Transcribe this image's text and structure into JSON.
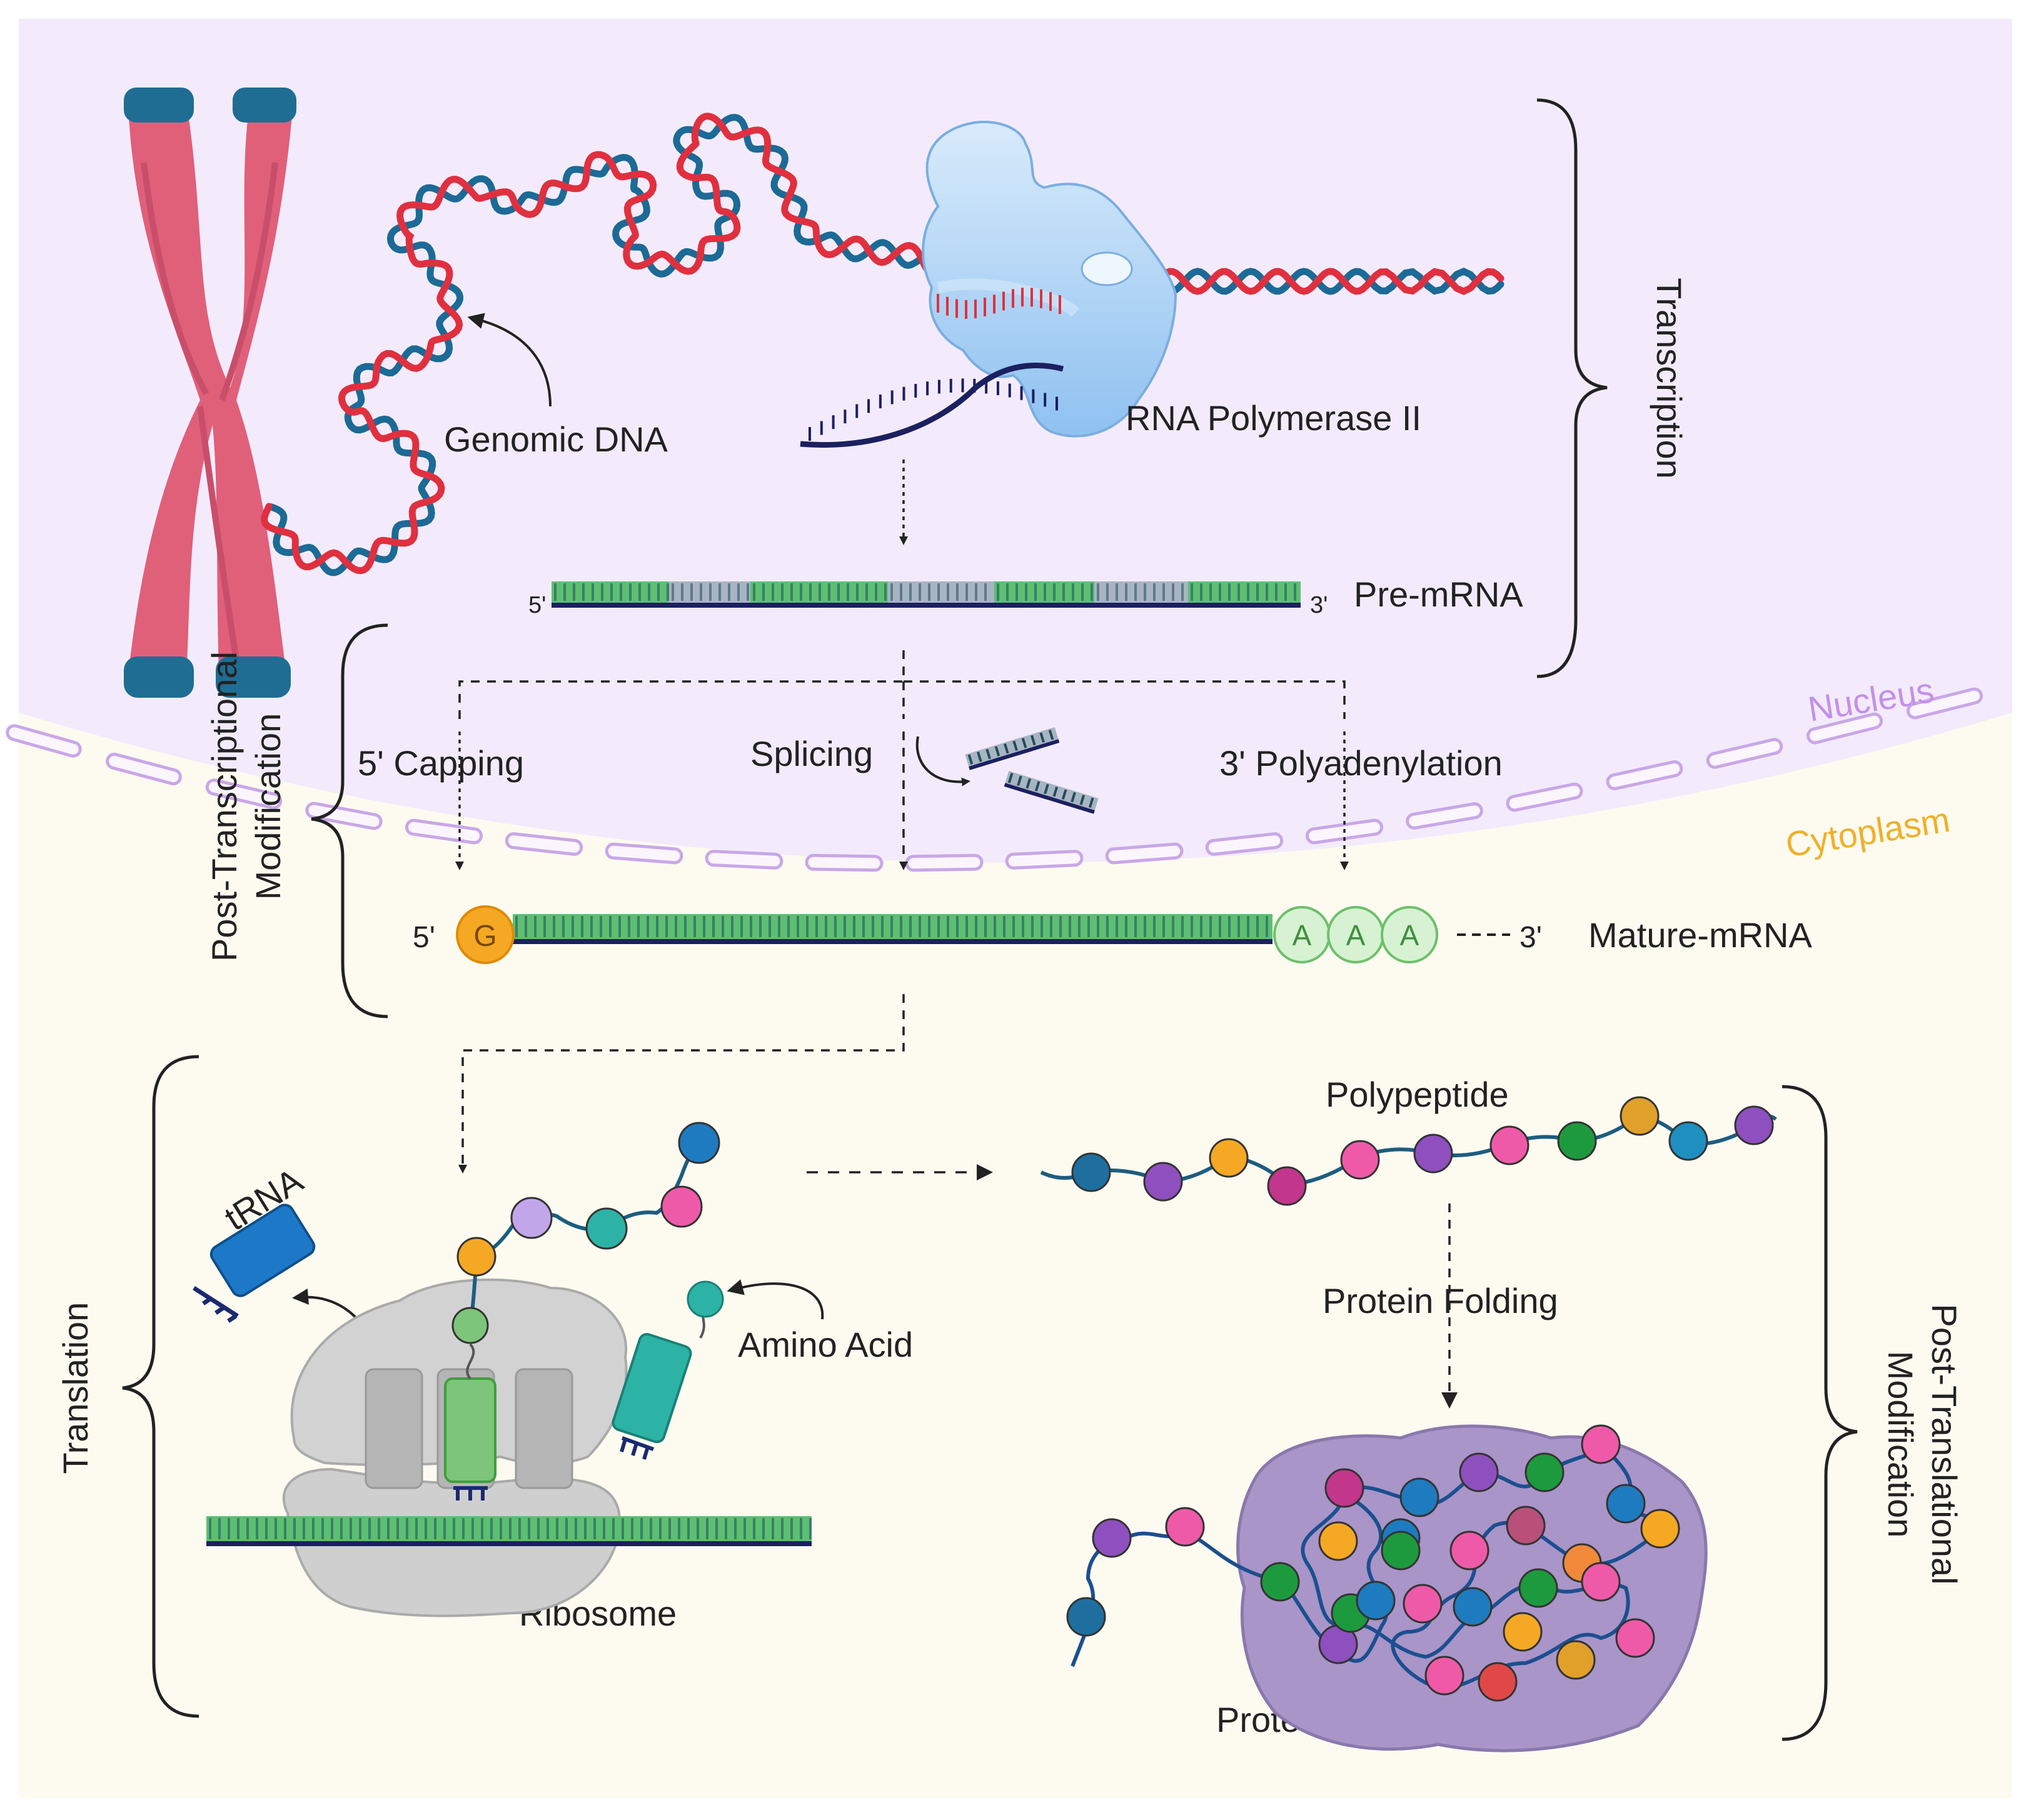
{
  "regions": {
    "nucleus": "Nucleus",
    "cytoplasm": "Cytoplasm"
  },
  "labels": {
    "genomic_dna": "Genomic DNA",
    "rna_polymerase": "RNA Polymerase II",
    "pre_mrna": "Pre-mRNA",
    "pre_five": "5'",
    "pre_three": "3'",
    "capping": "5' Capping",
    "splicing": "Splicing",
    "polyadenylation": "3' Polyadenylation",
    "mature_mrna": "Mature-mRNA",
    "mature_five": "5'",
    "mature_three": "3'",
    "cap_letter": "G",
    "poly_a": [
      "A",
      "A",
      "A"
    ],
    "trna": "tRNA",
    "amino_acid": "Amino Acid",
    "ribosome": "Ribosome",
    "polypeptide": "Polypeptide",
    "protein_folding": "Protein Folding",
    "protein": "Protein"
  },
  "stages": {
    "transcription": "Transcription",
    "post_transcriptional_1": "Post-Transcriptional",
    "post_transcriptional_2": "Modification",
    "translation": "Translation",
    "post_translational_1": "Post-Translational",
    "post_translational_2": "Modification"
  },
  "colors": {
    "nucleus_bg": "#f3ebfb",
    "cytoplasm_bg": "#fdfbf0",
    "dna_red": "#e0303f",
    "dna_blue": "#1c6a96",
    "chromosome": "#e0607a",
    "mrna_green": "#5cbf72",
    "mrna_navy": "#1b2060",
    "polymerase": "#a8d0f5",
    "cap": "#f5a823",
    "poly_a": "#d6f2d2",
    "nucleus_text": "#c490ea",
    "cytoplasm_text": "#f0b02a",
    "ribosome": "#cfcfcf",
    "protein_blob": "#a995c8"
  }
}
